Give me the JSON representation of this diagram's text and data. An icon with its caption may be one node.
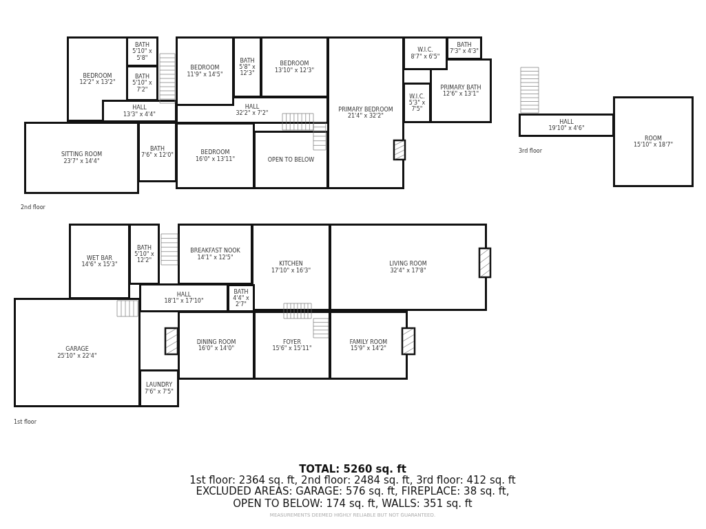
{
  "diagram": {
    "title": "TOTAL: 5260 sq. ft",
    "nodes": [
      {
        "text": [
          "BEDROOM",
          "12'2\" x 13'2\""
        ]
      },
      {
        "text": [
          "BATH",
          "5'10\" x 5'8\""
        ]
      },
      {
        "text": [
          "BATH",
          "5'10\" x 7'2\""
        ]
      },
      {
        "text": [
          "HALL",
          "13'3\" x 4'4\""
        ]
      },
      {
        "text": [
          "BEDROOM",
          "11'9\" x 14'5\""
        ]
      },
      {
        "text": [
          "BATH",
          "5'8\" x 12'3\""
        ]
      },
      {
        "text": [
          "BEDROOM",
          "13'10\" x 12'3\""
        ]
      },
      {
        "text": [
          "HALL",
          "32'2\" x 7'2\""
        ]
      },
      {
        "text": [
          "PRIMARY BEDROOM",
          "21'4\" x 32'2\""
        ]
      },
      {
        "text": [
          "W.I.C.",
          "8'7\" x 6'5\""
        ]
      },
      {
        "text": [
          "BATH",
          "7'3\" x 4'3\""
        ]
      },
      {
        "text": [
          "PRIMARY BATH",
          "12'6\" x 13'1\""
        ]
      },
      {
        "text": [
          "W.I.C.",
          "5'3\" x 7'5\""
        ]
      },
      {
        "text": [
          "SITTING ROOM",
          "23'7\" x 14'4\""
        ]
      },
      {
        "text": [
          "BATH",
          "7'6\" x 12'0\""
        ]
      },
      {
        "text": [
          "BEDROOM",
          "16'0\" x 13'11\""
        ]
      },
      {
        "text": [
          "OPEN TO BELOW"
        ]
      },
      {
        "text": [
          "HALL",
          "19'10\" x 4'6\""
        ]
      },
      {
        "text": [
          "ROOM",
          "15'10\" x 18'7\""
        ]
      },
      {
        "text": [
          "WET BAR",
          "14'6\" x 15'3\""
        ]
      },
      {
        "text": [
          "BATH",
          "5'10\" x 12'2\""
        ]
      },
      {
        "text": [
          "BREAKFAST NOOK",
          "14'1\" x 12'5\""
        ]
      },
      {
        "text": [
          "KITCHEN",
          "17'10\" x 16'3\""
        ]
      },
      {
        "text": [
          "LIVING ROOM",
          "32'4\" x 17'8\""
        ]
      },
      {
        "text": [
          "HALL",
          "18'1\" x 17'10\""
        ]
      },
      {
        "text": [
          "BATH",
          "4'4\" x 2'7\""
        ]
      },
      {
        "text": [
          "GARAGE",
          "25'10\" x 22'4\""
        ]
      },
      {
        "text": [
          "DINING ROOM",
          "16'0\" x 14'0\""
        ]
      },
      {
        "text": [
          "FOYER",
          "15'6\" x 15'11\""
        ]
      },
      {
        "text": [
          "FAMILY ROOM",
          "15'9\" x 14'2\""
        ]
      },
      {
        "text": [
          "LAUNDRY",
          "7'6\" x 7'5\""
        ]
      }
    ],
    "labels": [
      "2nd floor",
      "3rd floor",
      "1st floor",
      "1st floor: 2364 sq. ft, 2nd floor: 2484 sq. ft, 3rd floor: 412 sq. ft",
      "EXCLUDED AREAS: GARAGE: 576 sq. ft, FIREPLACE: 38 sq. ft, OPEN TO BELOW: 174 sq. ft, WALLS: 351 sq. ft",
      "MEASUREMENTS DEEMED HIGHLY RELIABLE BUT NOT GUARANTEED."
    ]
  }
}
